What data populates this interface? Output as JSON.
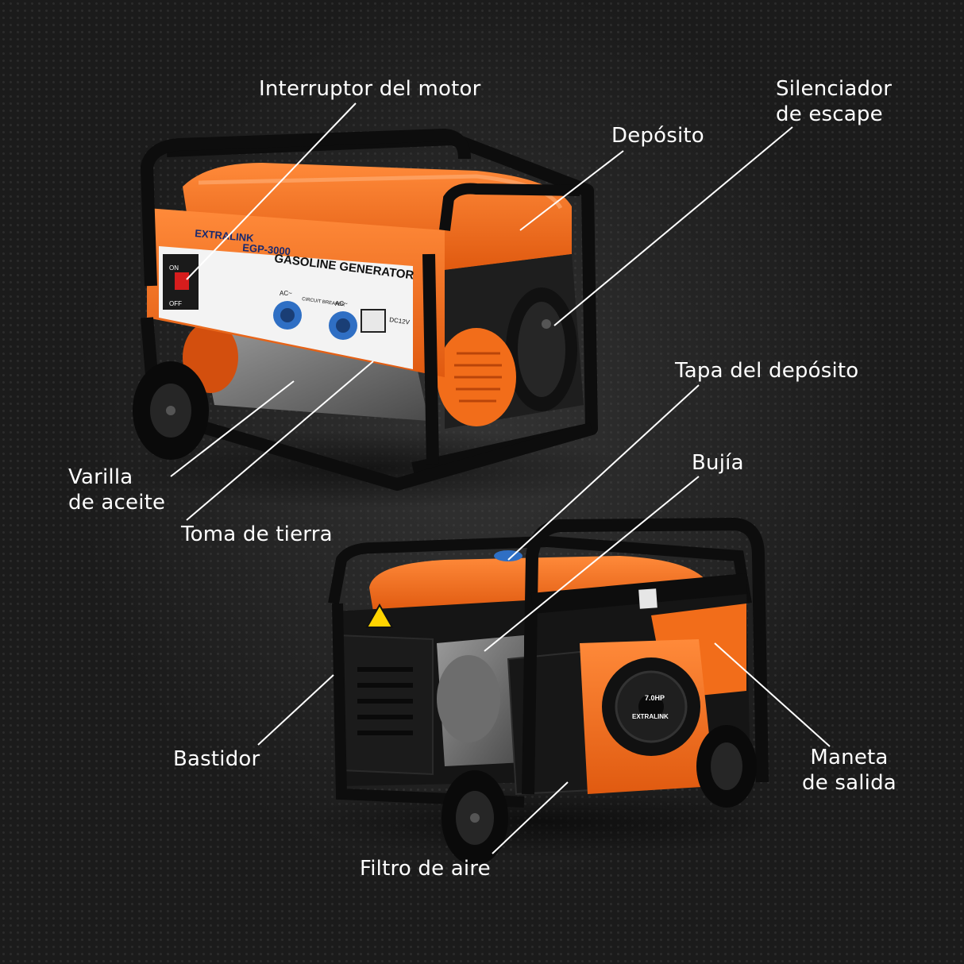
{
  "top_generator": {
    "brand": "EXTRALINK",
    "model": "EGP-3000",
    "panel_title": "GASOLINE GENERATOR",
    "switch_on": "ON",
    "switch_off": "OFF",
    "socket_label_1": "AC~",
    "socket_label_2": "AC~",
    "dc_label": "DC12V",
    "breaker_label": "CIRCUIT BREAKER"
  },
  "bottom_generator": {
    "brand": "EXTRALINK",
    "engine_hp": "7.0HP"
  },
  "colors": {
    "orange": "#f26d1a",
    "dark_orange": "#d2540f",
    "frame": "#0c0c0c",
    "socket_blue": "#2f6fc4",
    "leader": "#ffffff"
  },
  "labels": {
    "interruptor": "Interruptor del motor",
    "deposito": "Depósito",
    "silenciador": "Silenciador\nde escape",
    "tapa": "Tapa del depósito",
    "bujia": "Bujía",
    "varilla": "Varilla\nde aceite",
    "toma": "Toma de tierra",
    "bastidor": "Bastidor",
    "maneta": "Maneta\nde salida",
    "filtro": "Filtro de aire"
  }
}
